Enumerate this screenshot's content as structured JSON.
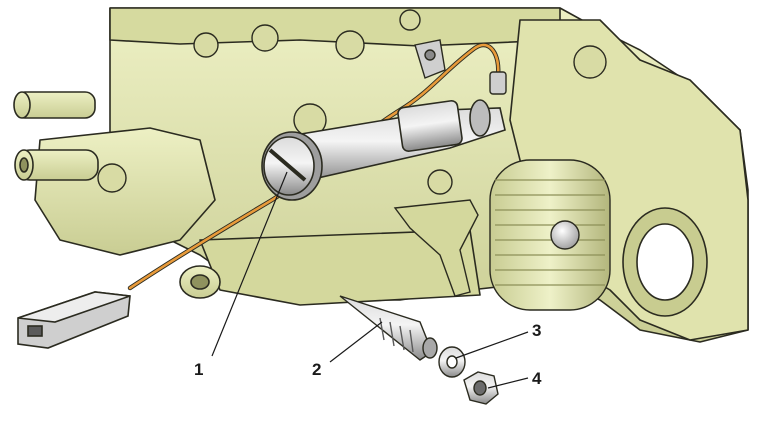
{
  "callouts": [
    {
      "number": "1"
    },
    {
      "number": "2"
    },
    {
      "number": "3"
    },
    {
      "number": "4"
    }
  ],
  "colors": {
    "body": "#e3e6b4",
    "body_shadow": "#b9bd84",
    "outline": "#2b2b20",
    "metal": "#b8b8b8",
    "metal_dark": "#7d7d7d",
    "wire": "#e89a3a",
    "background": "#ffffff"
  },
  "icons": {
    "adjusting_screw": "idle-screw-icon",
    "needle": "needle-screw-icon",
    "washer": "washer-icon",
    "nut": "nut-icon",
    "connector": "wire-connector-icon"
  }
}
